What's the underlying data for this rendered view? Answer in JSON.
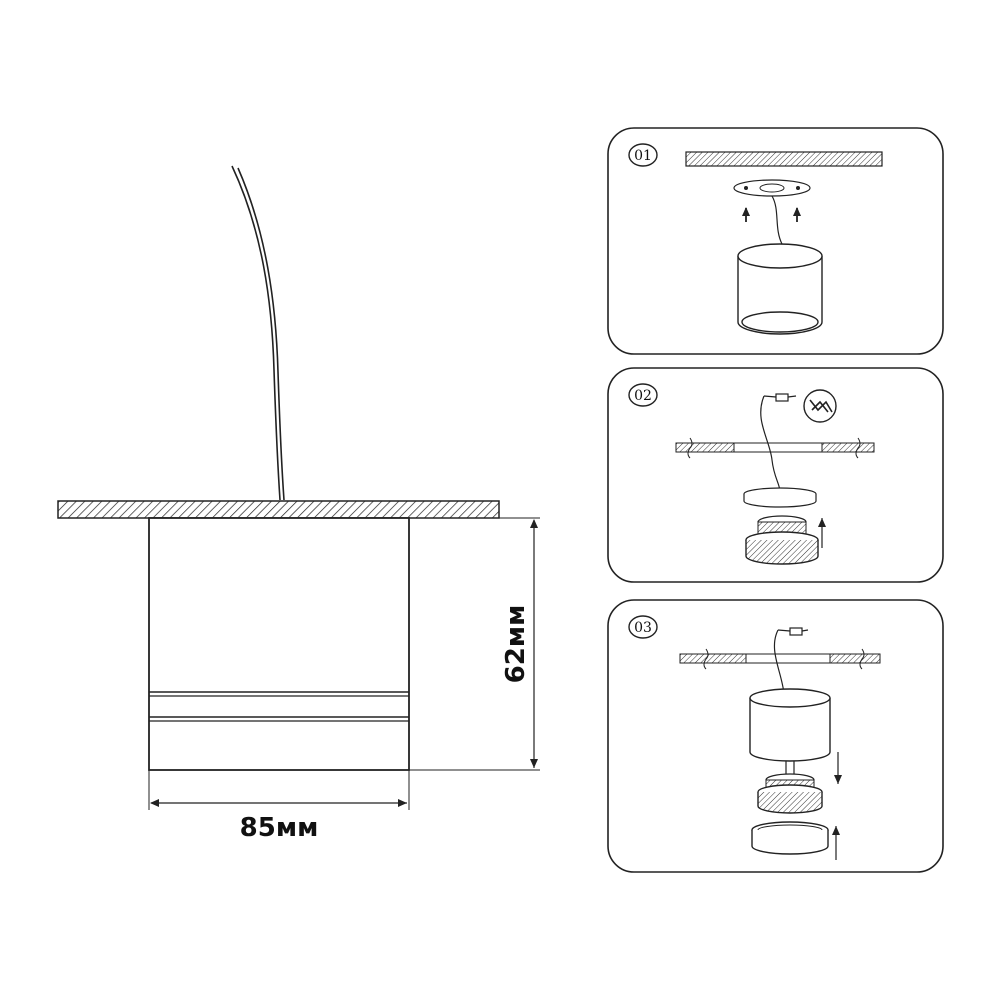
{
  "dimensions": {
    "width_label": "85мм",
    "height_label": "62мм"
  },
  "steps": [
    {
      "number": "01"
    },
    {
      "number": "02"
    },
    {
      "number": "03"
    }
  ]
}
